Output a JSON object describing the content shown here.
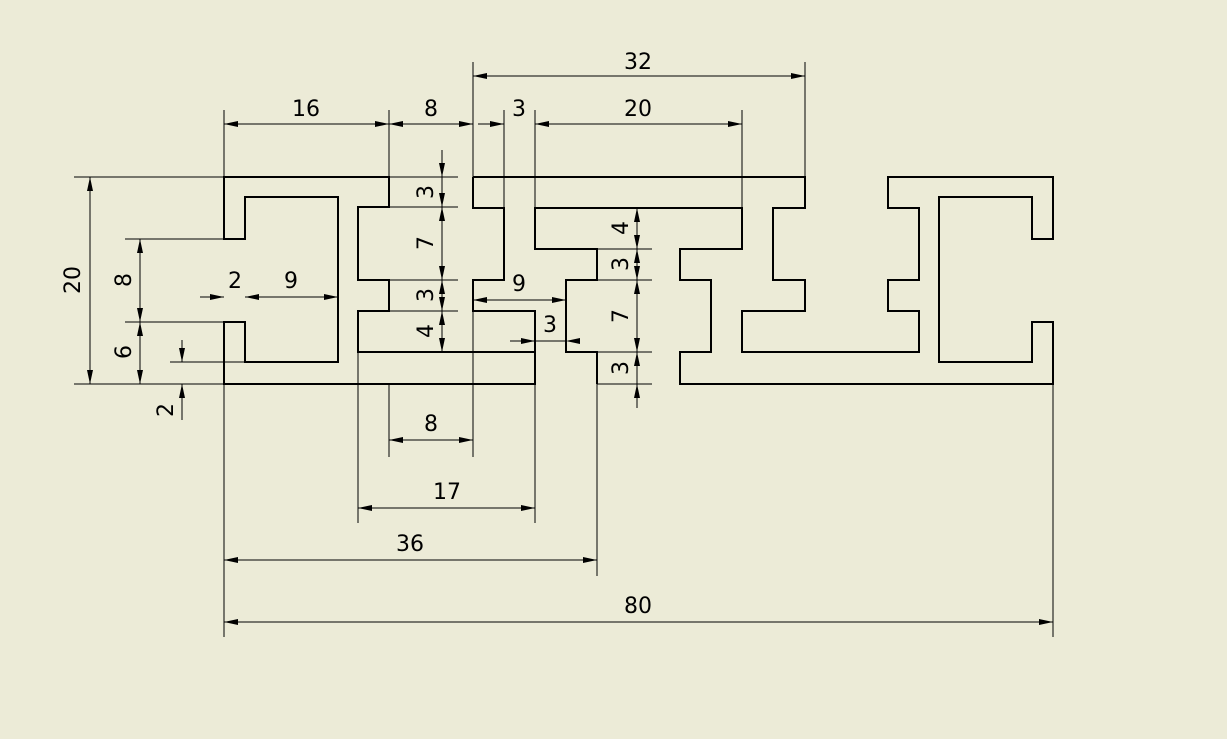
{
  "drawing": {
    "background_color": "#ecebd7",
    "line_color": "#000000"
  },
  "dimensions": {
    "overall_width": "80",
    "top_span": "32",
    "left_wing_width": "16",
    "gap_top": "8",
    "slot_offset": "3",
    "right_top_width": "20",
    "overall_height": "20",
    "left_inner_height": "8",
    "left_lower_height": "6",
    "left_lip_height": "2",
    "left_lip_width": "2",
    "left_cavity_width": "9",
    "tooth_top": "3",
    "tooth_gap": "7",
    "tooth_mid": "3",
    "tooth_bottom": "4",
    "slot_depth": "9",
    "slot_lip": "3",
    "mid_gap_bottom": "8",
    "tooth_block_width": "17",
    "left_part_width": "36",
    "right_notch_top": "4",
    "right_notch_a": "3",
    "right_notch_gap": "7",
    "right_notch_b": "3"
  }
}
